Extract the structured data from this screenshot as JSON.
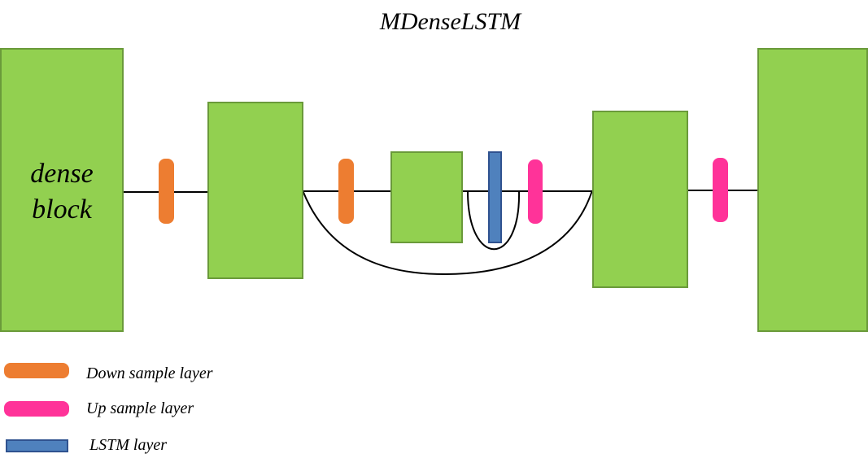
{
  "title": "MDenseLSTM",
  "dense_block_label_line1": "dense",
  "dense_block_label_line2": "block",
  "legend": [
    {
      "label": "Down sample layer",
      "color": "#ED7D31",
      "icon": "orange-pill"
    },
    {
      "label": "Up sample layer",
      "color": "#FF3399",
      "icon": "pink-pill"
    },
    {
      "label": "LSTM layer",
      "color": "#4F81BD",
      "icon": "blue-bar"
    }
  ],
  "colors": {
    "block_fill": "#92D050",
    "block_stroke": "#6A9A3A",
    "down_sample": "#ED7D31",
    "up_sample": "#FF3399",
    "lstm_fill": "#4F81BD",
    "lstm_stroke": "#2F528F",
    "connection": "#000000"
  }
}
